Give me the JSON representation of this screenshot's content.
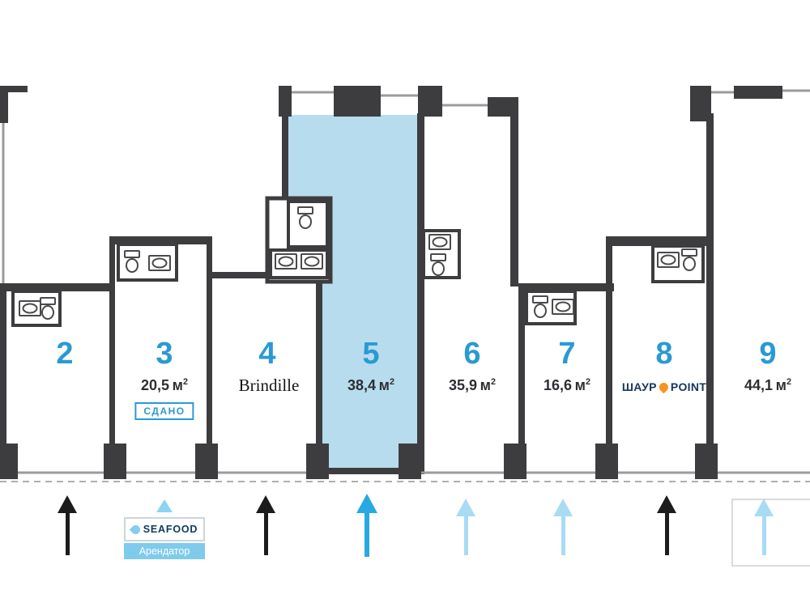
{
  "units": [
    {
      "number": "2"
    },
    {
      "number": "3",
      "area_value": "20,5",
      "badge": "СДАНО"
    },
    {
      "number": "4",
      "tenant": "Brindille"
    },
    {
      "number": "5",
      "area_value": "38,4",
      "highlighted": true
    },
    {
      "number": "6",
      "area_value": "35,9"
    },
    {
      "number": "7",
      "area_value": "16,6"
    },
    {
      "number": "8",
      "logo_left": "ШАУР",
      "logo_right": "POINT"
    },
    {
      "number": "9",
      "area_value": "44,1"
    }
  ],
  "labels": {
    "square_meter": "м",
    "sup": "2"
  },
  "seafood": {
    "brand": "SEAFOOD",
    "caption": "Арендатор"
  },
  "colors": {
    "highlight_fill": "#b7dcee",
    "unit_number_blue": "#2a9ad2",
    "wall_color": "#3d3d3f",
    "arrow_black": "#1c1c1c",
    "arrow_blue": "#29a9e1",
    "arrow_light_blue": "#a9dbf5",
    "seafood_blue": "#7ecbec",
    "logo_orange": "#f7941e"
  }
}
